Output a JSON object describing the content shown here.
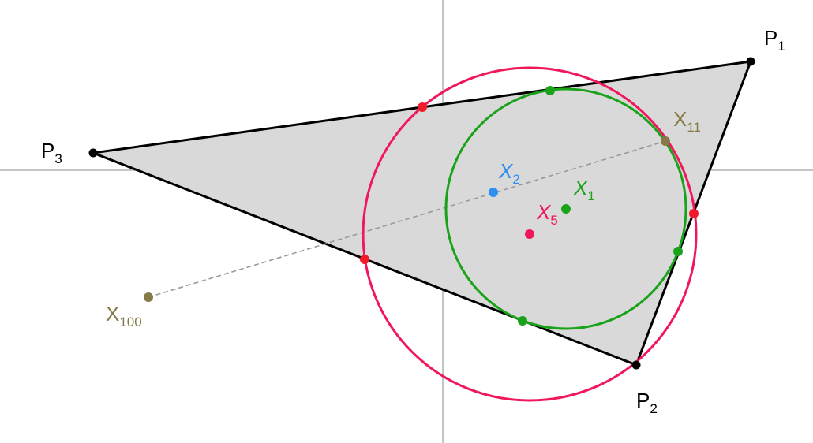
{
  "colors": {
    "axis": "#b0b0b0",
    "triangle_fill": "#d9d9d9",
    "triangle_stroke": "#000000",
    "circumcircle": "#f0185a",
    "incircle": "#1aa31a",
    "x2": "#2e8ff0",
    "x11": "#857a48",
    "intersection_points": "#f21a2a",
    "vertex": "#000000",
    "dashed": "#999999"
  },
  "labels": {
    "p1": {
      "main": "P",
      "sub": "1"
    },
    "p2": {
      "main": "P",
      "sub": "2"
    },
    "p3": {
      "main": "P",
      "sub": "3"
    },
    "x1": {
      "main": "X",
      "sub": "1"
    },
    "x2": {
      "main": "X",
      "sub": "2"
    },
    "x5": {
      "main": "X",
      "sub": "5"
    },
    "x11": {
      "main": "X",
      "sub": "11"
    },
    "x100": {
      "main": "X",
      "sub": "100"
    }
  }
}
